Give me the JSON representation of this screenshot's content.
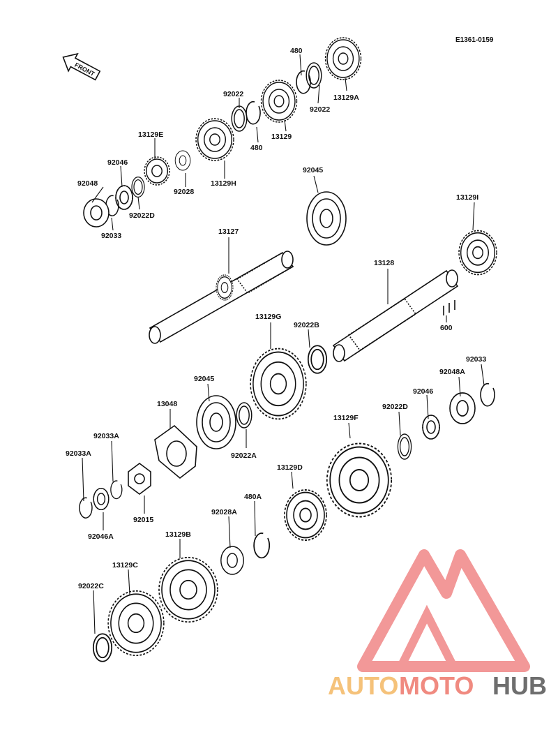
{
  "diagram": {
    "ref_code": "E1361-0159",
    "front_label": "FRONT"
  },
  "labels": {
    "p480_top": "480",
    "p13129A": "13129A",
    "p92022_top": "92022",
    "p92022_right": "92022",
    "p13129": "13129",
    "p480_mid": "480",
    "p13129E": "13129E",
    "p92046_left": "92046",
    "p92048": "92048",
    "p92028": "92028",
    "p13129H": "13129H",
    "p92022D_left": "92022D",
    "p92033_left": "92033",
    "p92045_top": "92045",
    "p13127": "13127",
    "p13129I": "13129I",
    "p13128": "13128",
    "p600": "600",
    "p13129G": "13129G",
    "p92022B": "92022B",
    "p92045_mid": "92045",
    "p13048": "13048",
    "p92033_right": "92033",
    "p92048A": "92048A",
    "p92046_right": "92046",
    "p92022D_right": "92022D",
    "p13129F": "13129F",
    "p92022A": "92022A",
    "p92033A_a": "92033A",
    "p92033A_b": "92033A",
    "p92015": "92015",
    "p92046A": "92046A",
    "p13129D": "13129D",
    "p480A": "480A",
    "p92028A": "92028A",
    "p13129B": "13129B",
    "p13129C": "13129C",
    "p92022C": "92022C"
  },
  "watermark": {
    "brand_auto": "AUTO",
    "brand_moto": "MOTO",
    "brand_hub": "HUB",
    "colors": {
      "auto": "#f5c27a",
      "moto": "#f08a80",
      "hub": "#6e6e6e",
      "logo": "#ef7f7f"
    }
  }
}
